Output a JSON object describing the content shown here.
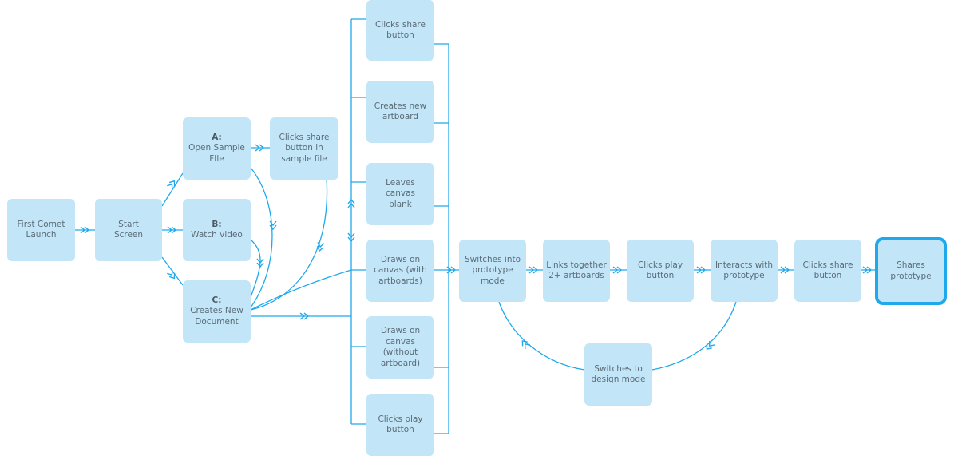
{
  "colors": {
    "node_fill": "#c2e6f8",
    "line": "#1fa9ec",
    "text": "#5b6b77",
    "final_border": "#1fa9ec"
  },
  "nodes": {
    "first_launch": {
      "lines": [
        "First Comet",
        "Launch"
      ]
    },
    "start_screen": {
      "lines": [
        "Start",
        "Screen"
      ]
    },
    "opt_a": {
      "tag": "A:",
      "lines": [
        "Open Sample",
        "FIle"
      ]
    },
    "opt_b": {
      "tag": "B:",
      "lines": [
        "Watch video"
      ]
    },
    "opt_c": {
      "tag": "C:",
      "lines": [
        "Creates New",
        "Document"
      ]
    },
    "share_sample": {
      "lines": [
        "Clicks share",
        "button in",
        "sample file"
      ]
    },
    "br_share": {
      "lines": [
        "Clicks share",
        "button"
      ]
    },
    "br_new_artboard": {
      "lines": [
        "Creates new",
        "artboard"
      ]
    },
    "br_blank": {
      "lines": [
        "Leaves canvas",
        "blank"
      ]
    },
    "br_draw_with": {
      "lines": [
        "Draws on",
        "canvas (with",
        "artboards)"
      ]
    },
    "br_draw_without": {
      "lines": [
        "Draws on",
        "canvas",
        "(without",
        "artboard)"
      ]
    },
    "br_play": {
      "lines": [
        "Clicks play",
        "button"
      ]
    },
    "prototype_mode": {
      "lines": [
        "Switches into",
        "prototype",
        "mode"
      ]
    },
    "links_artboards": {
      "lines": [
        "Links together",
        "2+ artboards"
      ]
    },
    "play_button": {
      "lines": [
        "Clicks play",
        "button"
      ]
    },
    "interacts": {
      "lines": [
        "Interacts with",
        "prototype"
      ]
    },
    "share_button": {
      "lines": [
        "Clicks share",
        "button"
      ]
    },
    "shares_prototype": {
      "lines": [
        "Shares",
        "prototype"
      ]
    },
    "design_mode": {
      "lines": [
        "Switches to",
        "design mode"
      ]
    }
  }
}
